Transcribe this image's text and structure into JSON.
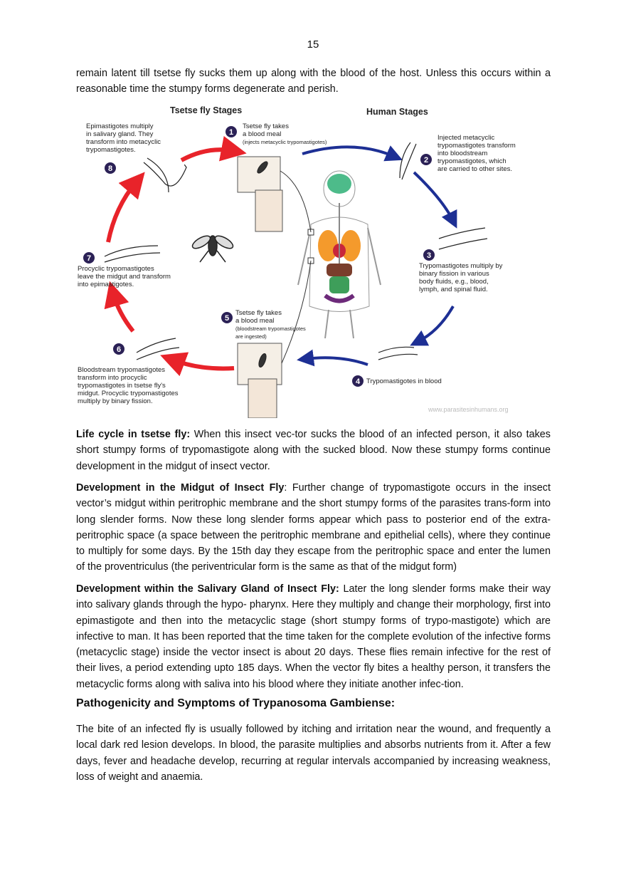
{
  "page_number": "15",
  "intro_text": "remain latent till tsetse fly sucks them up along with the blood of the host. Unless this occurs within a reasonable time the stumpy forms degenerate and perish.",
  "figure": {
    "tsetse_title": "Tsetse fly Stages",
    "human_title": "Human Stages",
    "watermark": "www.parasitesinhumans.org",
    "steps": [
      {
        "num": "1",
        "lines": [
          "Tsetse fly takes",
          "a blood meal",
          "(injects metacyclic trypomastigotes)"
        ]
      },
      {
        "num": "2",
        "lines": [
          "Injected metacyclic",
          "trypomastigotes transform",
          "into bloodstream",
          "trypomastigotes, which",
          "are carried to other sites."
        ]
      },
      {
        "num": "3",
        "lines": [
          "Trypomastigotes multiply by",
          "binary fission in various",
          "body fluids, e.g., blood,",
          "lymph, and spinal fluid."
        ]
      },
      {
        "num": "4",
        "lines": [
          "Trypomastigotes in blood"
        ]
      },
      {
        "num": "5",
        "lines": [
          "Tsetse fly takes",
          "a blood meal",
          "(bloodstream trypomastigotes",
          "are ingested)"
        ]
      },
      {
        "num": "6",
        "lines": [
          "Bloodstream trypomastigotes",
          "transform into procyclic",
          "trypomastigotes in tsetse fly's",
          "midgut. Procyclic trypomastigotes",
          "multiply by binary fission."
        ]
      },
      {
        "num": "7",
        "lines": [
          "Procyclic trypomastigotes",
          "leave the midgut and transform",
          "into epimastigotes."
        ]
      },
      {
        "num": "8",
        "lines": [
          "Epimastigotes multiply",
          "in salivary gland. They",
          "transform into metacyclic",
          "trypomastigotes."
        ]
      }
    ],
    "colors": {
      "red_arrow": "#e8232a",
      "blue_arrow": "#1d2f94",
      "badge": "#2b2156"
    }
  },
  "sections": {
    "tsetse_life": {
      "title": "Life cycle in tsetse fly:",
      "body": " When this insect vec-tor sucks the blood of an infected person, it also takes short stumpy forms of trypomastigote along with the sucked blood. Now these stumpy forms continue development in the midgut of insect vector."
    },
    "midgut": {
      "title": "Development in the Midgut of Insect Fly",
      "body": ": Further change of trypomastigote occurs in the insect vector’s midgut within peritrophic membrane and the short stumpy forms of the parasites trans-form into long slender forms. Now these long slender forms appear which pass to posterior end of the extra-peritrophic space (a space between the peritrophic membrane and epithelial cells), where they continue to multiply for some days. By the 15th day they escape from the peritrophic space and enter the lumen of the proventriculus (the periventricular form is the same as that of the midgut form)"
    },
    "salivary": {
      "title": "Development within the Salivary Gland of Insect Fly:",
      "body": " Later the long slender forms make their way into salivary glands through the hypo- pharynx. Here they multiply and change their morphology, first into epimastigote and then into the metacyclic stage (short stumpy forms of trypo-mastigote) which are infective to man. It has been reported that the time taken for the complete evolution of the infective forms (metacyclic stage) inside the vector insect is about 20 days. These flies remain infective for the rest of their lives, a period extending upto 185 days. When the vector fly bites a healthy person, it transfers the metacyclic forms along with saliva into his blood where they initiate another infec-tion."
    },
    "pathogenicity_heading": "Pathogenicity and Symptoms of Trypanosoma Gambiense:",
    "pathogenicity_body": "The bite of an infected fly is usually followed by itching and irritation near the wound, and frequently a local dark red lesion develops. In blood, the parasite multiplies and absorbs nutrients from it. After a few days, fever and headache develop, recurring at regular intervals accompanied by increasing weakness, loss of weight and anaemia."
  }
}
